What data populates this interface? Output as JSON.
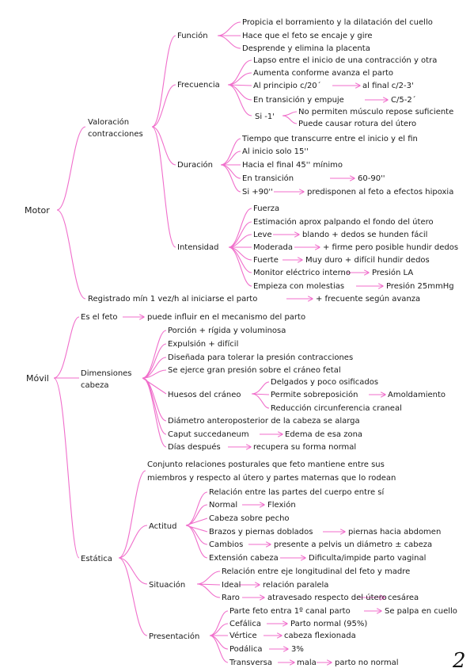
{
  "colors": {
    "ink": "#1a1a1a",
    "accent": "#f06ecb"
  },
  "page_number": "2",
  "nodes": {
    "motor": "Motor",
    "valoracion_1": "Valoración",
    "valoracion_2": "contracciones",
    "funcion": "Función",
    "f1": "Propicia el borramiento y la dilatación del cuello",
    "f2": "Hace que el feto se encaje y gire",
    "f3": "Desprende y elimina la placenta",
    "frecuencia": "Frecuencia",
    "fr1": "Lapso entre el inicio de una contracción y otra",
    "fr2": "Aumenta conforme avanza el parto",
    "fr3a": "Al principio c/20´",
    "fr3b": "al final c/2-3'",
    "fr4a": "En transición y empuje",
    "fr4b": "C/5-2´",
    "fr5": "Si -1'",
    "fr5a": "No permiten músculo repose suficiente",
    "fr5b": "Puede causar rotura del útero",
    "duracion": "Duración",
    "d1": "Tiempo que transcurre entre el inicio y el fin",
    "d2": "Al inicio solo 15''",
    "d3": "Hacia el final 45'' mínimo",
    "d4a": "En transición",
    "d4b": "60-90''",
    "d5a": "Si +90''",
    "d5b": "predisponen al feto a efectos hipoxia",
    "intensidad": "Intensidad",
    "i1": "Fuerza",
    "i2": "Estimación aprox palpando el fondo del útero",
    "i3a": "Leve",
    "i3b": "blando + dedos se hunden fácil",
    "i4a": "Moderada",
    "i4b": "+ firme pero posible hundir dedos",
    "i5a": "Fuerte",
    "i5b": "Muy duro + difícil hundir dedos",
    "i6a": "Monitor eléctrico interno",
    "i6b": "Presión LA",
    "i7a": "Empieza con molestias",
    "i7b": "Presión 25mmHg",
    "registrado_a": "Registrado mín 1 vez/h al iniciarse el parto",
    "registrado_b": "+ frecuente según avanza",
    "movil": "Móvil",
    "esfeto_a": "Es el feto",
    "esfeto_b": "puede influir en el mecanismo del parto",
    "dim_1": "Dimensiones",
    "dim_2": "cabeza",
    "dm1": "Porción + rígida y voluminosa",
    "dm2": "Expulsión + difícil",
    "dm3": "Diseñada para tolerar la presión contracciones",
    "dm4": "Se ejerce gran presión sobre el cráneo fetal",
    "huesos": "Huesos del cráneo",
    "h1": "Delgados y poco osificados",
    "h2a": "Permite sobreposición",
    "h2b": "Amoldamiento",
    "h3": "Reducción circunferencia craneal",
    "dm5": "Diámetro anteroposterior de la cabeza se alarga",
    "dm6a": "Caput succedaneum",
    "dm6b": "Edema de esa zona",
    "dm7a": "Días después",
    "dm7b": "recupera su forma normal",
    "estatica": "Estática",
    "e_def1": "Conjunto relaciones posturales que feto mantiene entre sus",
    "e_def2": "miembros y respecto al útero y partes maternas que lo rodean",
    "actitud": "Actitud",
    "a1": "Relación entre las partes del cuerpo entre sí",
    "a2a": "Normal",
    "a2b": "Flexión",
    "a3": "Cabeza sobre pecho",
    "a4a": "Brazos y piernas doblados",
    "a4b": "piernas hacia abdomen",
    "a5a": "Cambios",
    "a5b": "presente a pelvis un diámetro ± cabeza",
    "a6a": "Extensión cabeza",
    "a6b": "Dificulta/impide parto vaginal",
    "situacion": "Situación",
    "s1": "Relación entre eje longitudinal del feto y madre",
    "s2a": "Ideal",
    "s2b": "relación paralela",
    "s3a": "Raro",
    "s3b": "atravesado respecto del útero",
    "s3c": "cesárea",
    "presentacion": "Presentación",
    "p1a": "Parte feto entra 1º canal parto",
    "p1b": "Se palpa en cuello",
    "p2a": "Cefálica",
    "p2b": "Parto normal (95%)",
    "p3a": "Vértice",
    "p3b": "cabeza flexionada",
    "p4a": "Podálica",
    "p4b": "3%",
    "p5a": "Transversa",
    "p5b": "mala",
    "p5c": "parto no normal"
  }
}
